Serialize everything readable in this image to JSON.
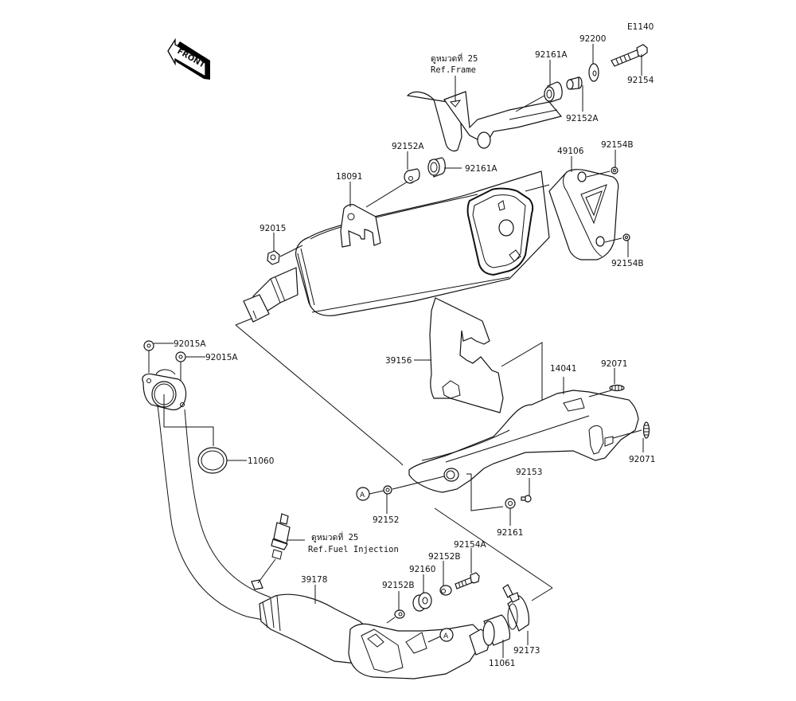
{
  "diagram": {
    "code": "E1140",
    "front_label": "FRONT",
    "references": {
      "frame": {
        "thai": "ดูหมวดที่ 25",
        "english": "Ref.Frame"
      },
      "fuel_injection": {
        "thai": "ดูหมวดที่ 25",
        "english": "Ref.Fuel Injection"
      }
    },
    "callout_marker": "A",
    "parts": {
      "p92200": "92200",
      "p92161A_top": "92161A",
      "p92154": "92154",
      "p92152A_top": "92152A",
      "p92152A_mid": "92152A",
      "p92161A_mid": "92161A",
      "p18091": "18091",
      "p92015": "92015",
      "p49106": "49106",
      "p92154B_top": "92154B",
      "p92154B_bot": "92154B",
      "p92015A_1": "92015A",
      "p92015A_2": "92015A",
      "p11060": "11060",
      "p39156": "39156",
      "p14041": "14041",
      "p92071_top": "92071",
      "p92071_bot": "92071",
      "p92153": "92153",
      "p92152": "92152",
      "p92161": "92161",
      "p92154A": "92154A",
      "p92152B_upper": "92152B",
      "p92160": "92160",
      "p92152B_lower": "92152B",
      "p39178": "39178",
      "p11061": "11061",
      "p92173": "92173"
    }
  }
}
